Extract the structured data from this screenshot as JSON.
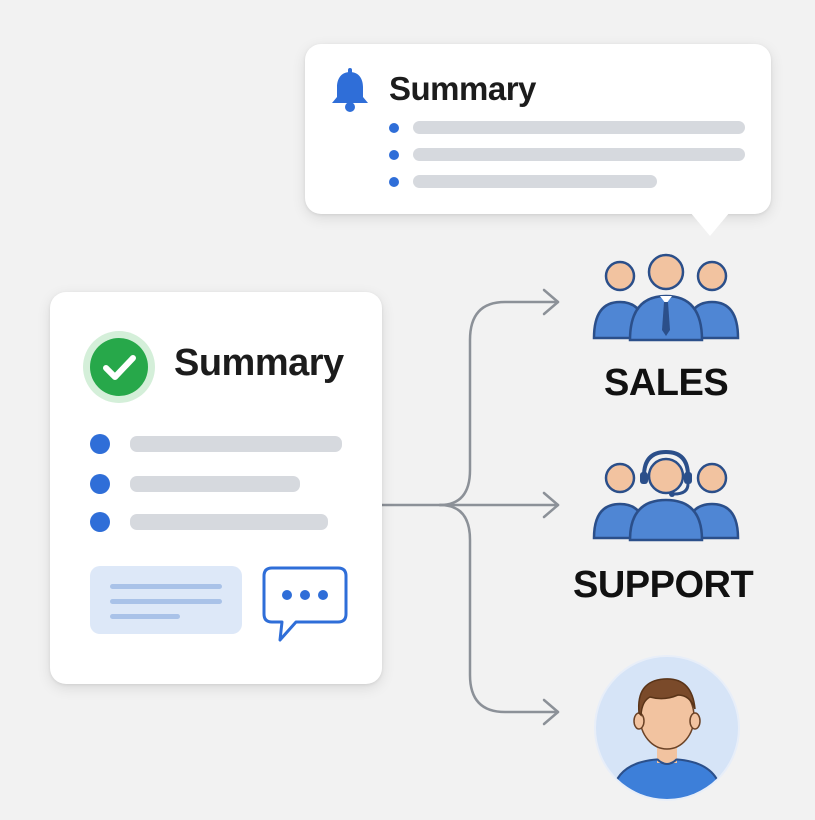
{
  "notification_card": {
    "title": "Summary",
    "icon": "bell-icon",
    "items": 3
  },
  "summary_card": {
    "title": "Summary",
    "icon": "check-circle-icon",
    "items": 3,
    "chat_icon": "chat-bubble-icon"
  },
  "destinations": [
    {
      "label": "SALES",
      "icon": "sales-team-icon"
    },
    {
      "label": "SUPPORT",
      "icon": "support-team-icon"
    },
    {
      "label": "",
      "icon": "person-avatar-icon"
    }
  ],
  "colors": {
    "accent_blue": "#2f6ed8",
    "check_green": "#27a84a",
    "skin": "#f2c3a0",
    "line_gray": "#8a8f96"
  }
}
